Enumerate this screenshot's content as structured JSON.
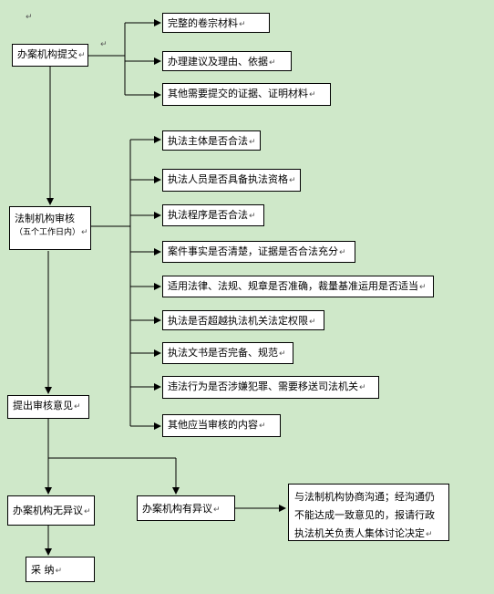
{
  "mark": "↵",
  "nodes": {
    "submit": "办案机构提交",
    "materials": [
      "完整的卷宗材料",
      "办理建议及理由、依据",
      "其他需要提交的证据、证明材料"
    ],
    "review": {
      "title": "法制机构审核",
      "note": "（五个工作日内）"
    },
    "checks": [
      "执法主体是否合法",
      "执法人员是否具备执法资格",
      "执法程序是否合法",
      "案件事实是否清楚，证据是否合法充分",
      "适用法律、法规、规章是否准确，裁量基准运用是否适当",
      "执法是否超越执法机关法定权限",
      "执法文书是否完备、规范",
      "违法行为是否涉嫌犯罪、需要移送司法机关",
      "其他应当审核的内容"
    ],
    "opinion": "提出审核意见",
    "no_objection": "办案机构无异议",
    "objection": "办案机构有异议",
    "negotiate": "与法制机构协商沟通；经沟通仍不能达成一致意见的，报请行政执法机关负责人集体讨论决定",
    "adopt": "采  纳"
  }
}
